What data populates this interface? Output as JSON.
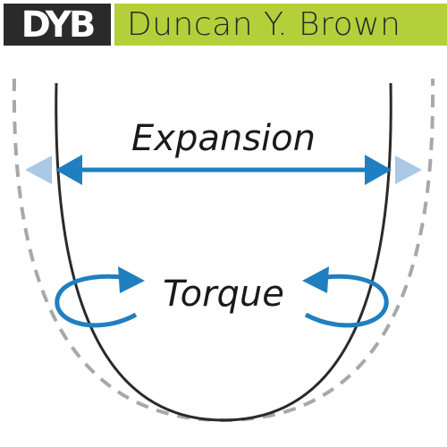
{
  "header": {
    "logo_text": "DYB",
    "name": "Duncan Y. Brown"
  },
  "diagram": {
    "label_expansion": "Expansion",
    "label_torque": "Torque"
  },
  "colors": {
    "logo_bg": "#2a2a2a",
    "name_bar_bg": "#b5cf3a",
    "arrow_blue": "#1f7fc0",
    "arrow_light_blue": "#a9c9e6",
    "curve_dark": "#2a2a2a",
    "curve_dashed": "#a8a8a8"
  }
}
